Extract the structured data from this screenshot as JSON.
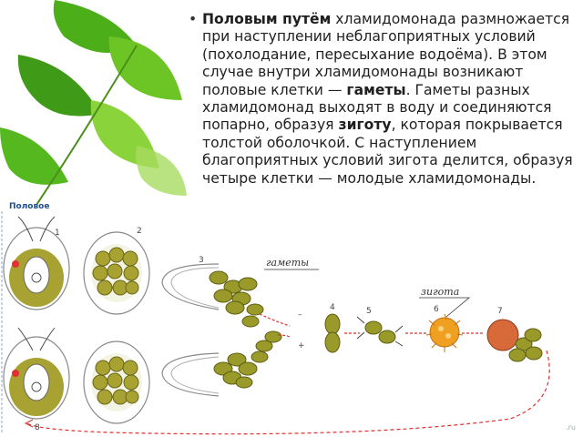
{
  "paragraph": {
    "term_sexual": "Половым путём",
    "text_1": " хламидомонада размножается при наступлении неблагоприятных условий (похолодание, пересыхание водоёма). В этом случае внутри хламидомонады возникают половые клетки — ",
    "term_gametes": "гаметы",
    "text_2": ". Гаметы разных хламидомонад выходят в воду и соединяются попарно, образуя ",
    "term_zygote": "зиготу",
    "text_3": ", которая покрывается толстой оболочкой. С наступлением благоприятных условий зигота делится, образуя четыре клетки — молодые хламидомонады."
  },
  "diagram": {
    "caption": "Половое",
    "label_gametes": "гаметы",
    "label_zygote": "зигота",
    "numbers": [
      "1",
      "2",
      "3",
      "4",
      "5",
      "6",
      "7",
      "8"
    ],
    "watermark": ".ru"
  },
  "colors": {
    "leaf_green": "#4caf1a",
    "cell_olive": "#a8a232",
    "gamete_olive": "#9a9a2a",
    "zygote_orange": "#f0a020",
    "arrow_red": "#e03030",
    "caption_blue": "#1f4e8c"
  }
}
